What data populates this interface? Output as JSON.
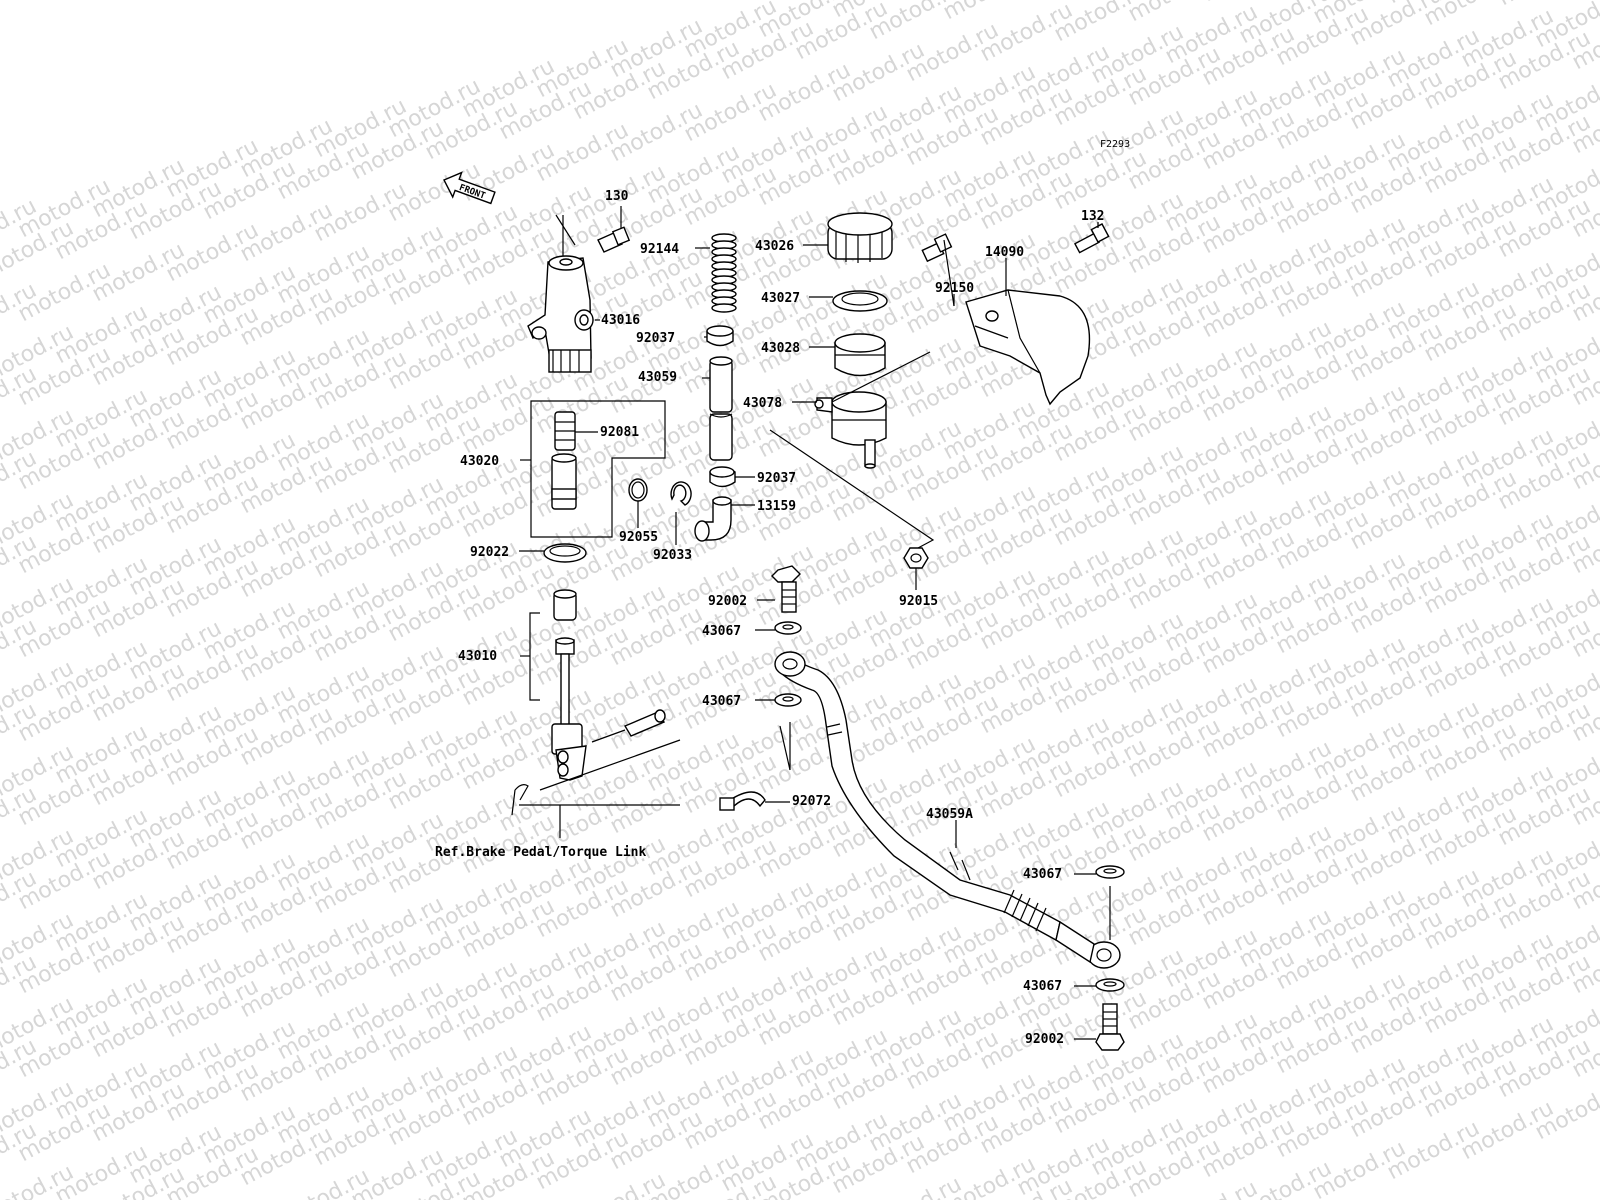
{
  "diagram": {
    "code": "F2293",
    "front_label": "FRONT",
    "watermark": "motod.ru",
    "ref_note": "Ref.Brake Pedal/Torque Link",
    "labels": {
      "p130": "130",
      "p92144": "92144",
      "p43026": "43026",
      "p132": "132",
      "p14090": "14090",
      "p43027": "43027",
      "p92150": "92150",
      "p43016": "43016",
      "p92037a": "92037",
      "p43028": "43028",
      "p43059": "43059",
      "p43078": "43078",
      "p92081": "92081",
      "p43020": "43020",
      "p92037b": "92037",
      "p13159": "13159",
      "p92055": "92055",
      "p92033": "92033",
      "p92022": "92022",
      "p92015": "92015",
      "p92002a": "92002",
      "p43067a": "43067",
      "p43010": "43010",
      "p43067b": "43067",
      "p92072": "92072",
      "p43059A": "43059A",
      "p43067c": "43067",
      "p43067d": "43067",
      "p92002b": "92002"
    }
  }
}
